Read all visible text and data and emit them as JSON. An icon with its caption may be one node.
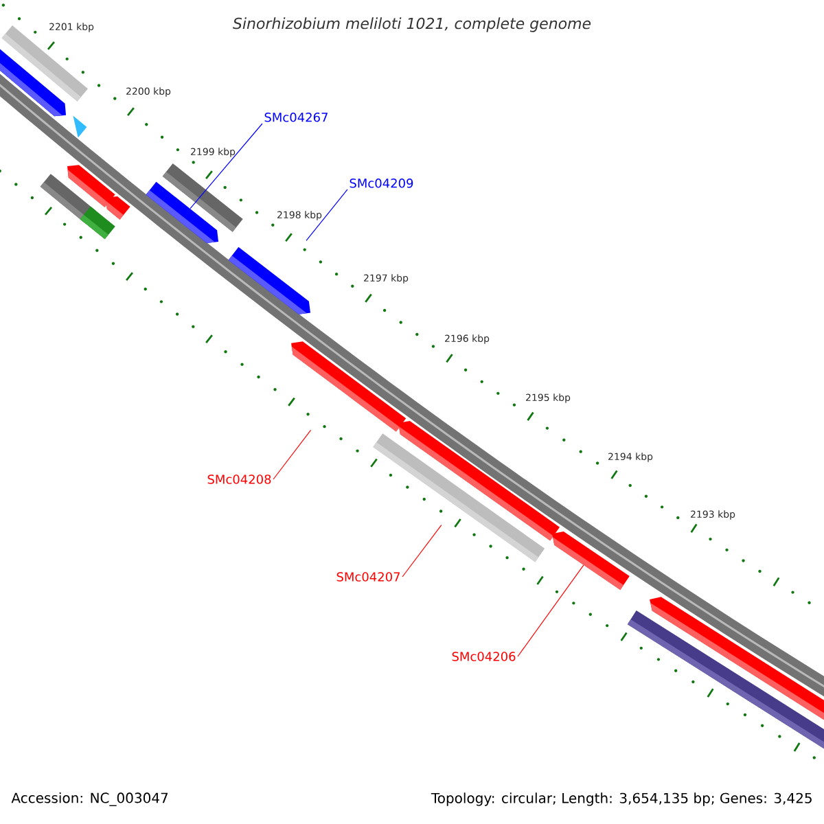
{
  "diagram": {
    "title": "Sinorhizobium meliloti 1021, complete genome",
    "nodes": [
      {
        "text": [],
        "shape": "bar"
      },
      {
        "text": [],
        "shape": "bar"
      },
      {
        "text": [],
        "shape": "triangle"
      },
      {
        "text": [],
        "shape": "bar"
      },
      {
        "text": [],
        "shape": "bar"
      },
      {
        "text": [],
        "shape": "bar"
      },
      {
        "text": [],
        "shape": "bar"
      },
      {
        "text": [],
        "shape": "bar"
      },
      {
        "text": [],
        "shape": "bar"
      },
      {
        "text": [],
        "shape": "bar"
      },
      {
        "text": [],
        "shape": "bar"
      },
      {
        "text": [],
        "shape": "bar"
      },
      {
        "text": [],
        "shape": "bar"
      },
      {
        "text": [],
        "shape": "bar"
      },
      {
        "text": [],
        "shape": "bar"
      },
      {
        "text": [],
        "shape": "bar"
      },
      {
        "text": [
          "SMc04267"
        ]
      },
      {
        "text": [
          "SMc04209"
        ]
      },
      {
        "text": [
          "SMc04208"
        ]
      },
      {
        "text": [
          "SMc04207"
        ]
      },
      {
        "text": [
          "SMc04206"
        ]
      }
    ],
    "edges": [
      {
        "from": 16,
        "to": 7,
        "arrow": "none",
        "color": "#0000ff"
      },
      {
        "from": 17,
        "to": 9,
        "arrow": "none",
        "color": "#0000ff"
      },
      {
        "from": 18,
        "to": 10,
        "arrow": "none"
      },
      {
        "from": 19,
        "to": 12,
        "arrow": "none"
      },
      {
        "from": 20,
        "to": 13,
        "arrow": "none"
      }
    ],
    "labels": [
      "2201 kbp",
      "2200 kbp",
      "2199 kbp",
      "2198 kbp",
      "2197 kbp",
      "2196 kbp",
      "2195 kbp",
      "2194 kbp",
      "2193 kbp",
      "Accession: NC_003047",
      "Topology: circular; Length: 3,654,135 bp; Genes: 3,425"
    ]
  }
}
